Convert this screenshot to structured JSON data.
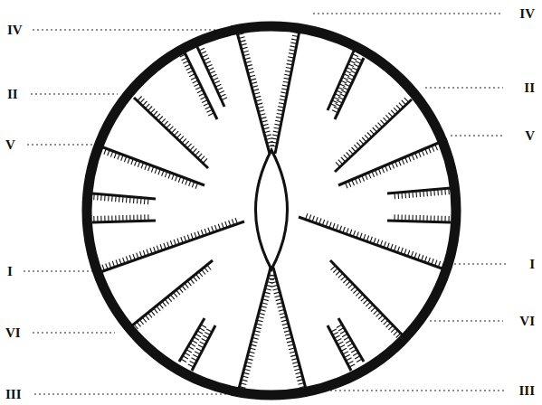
{
  "diagram": {
    "labels": [
      "IV",
      "IV",
      "II",
      "II",
      "V",
      "V",
      "I",
      "I",
      "VI",
      "VI",
      "III",
      "III"
    ]
  }
}
